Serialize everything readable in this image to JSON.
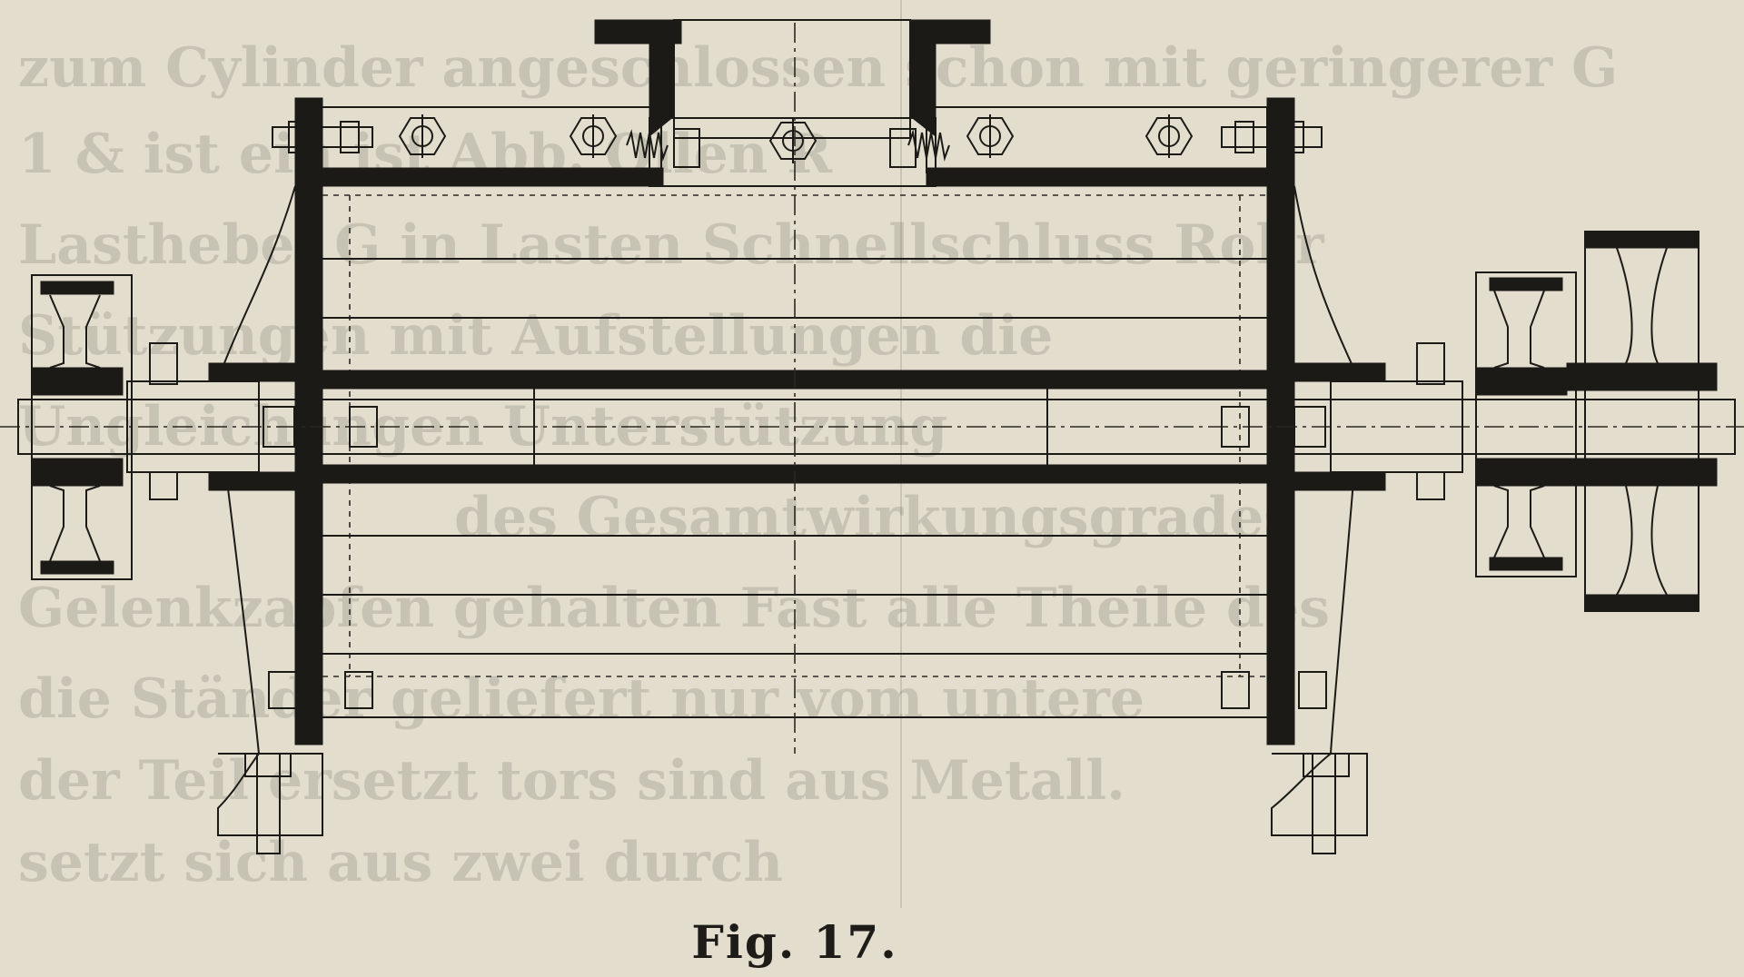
{
  "figure": {
    "caption": "Fig. 17.",
    "subject": "Mechanical sectional drawing of a cylinder drum on a through-shaft with bearing pedestals, flanged top connection and pulleys",
    "ink_color": "#1b1a16",
    "paper_color": "#e2ddcd"
  },
  "bleed_through": {
    "lines": [
      "zum Cylinder angeschlossen  schon mit geringerer G",
      "1 & ist ein           ist    Abb.       Ollen R",
      "Lasthebel G in   Lasten    Schnellschluss Rohr",
      "Stützungen mit    Aufstellungen   die",
      "        Ungleichungen   Unterstützung",
      "des Gesamtwirkungsgrades",
      "Gelenkzapfen  gehalten       Fast  alle  Theile  des",
      "die  Ständer  geliefert      nur  vom  untere",
      "der  Teil   ersetzt    tors sind aus Metall.",
      "                  setzt sich aus zwei durch"
    ]
  }
}
